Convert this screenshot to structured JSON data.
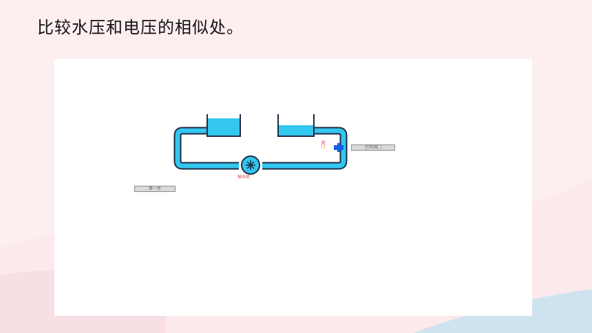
{
  "slide": {
    "title": "比较水压和电压的相似处。"
  },
  "diagram": {
    "pump_label": "抽水机",
    "valve_label": "阀门",
    "left_button_label": "第一步",
    "right_button_label": "打开阀门",
    "water_color": "#33c6ef",
    "pipe_outline_color": "#1f2a44",
    "valve_color": "#1560e6",
    "label_color": "#d9474b"
  }
}
